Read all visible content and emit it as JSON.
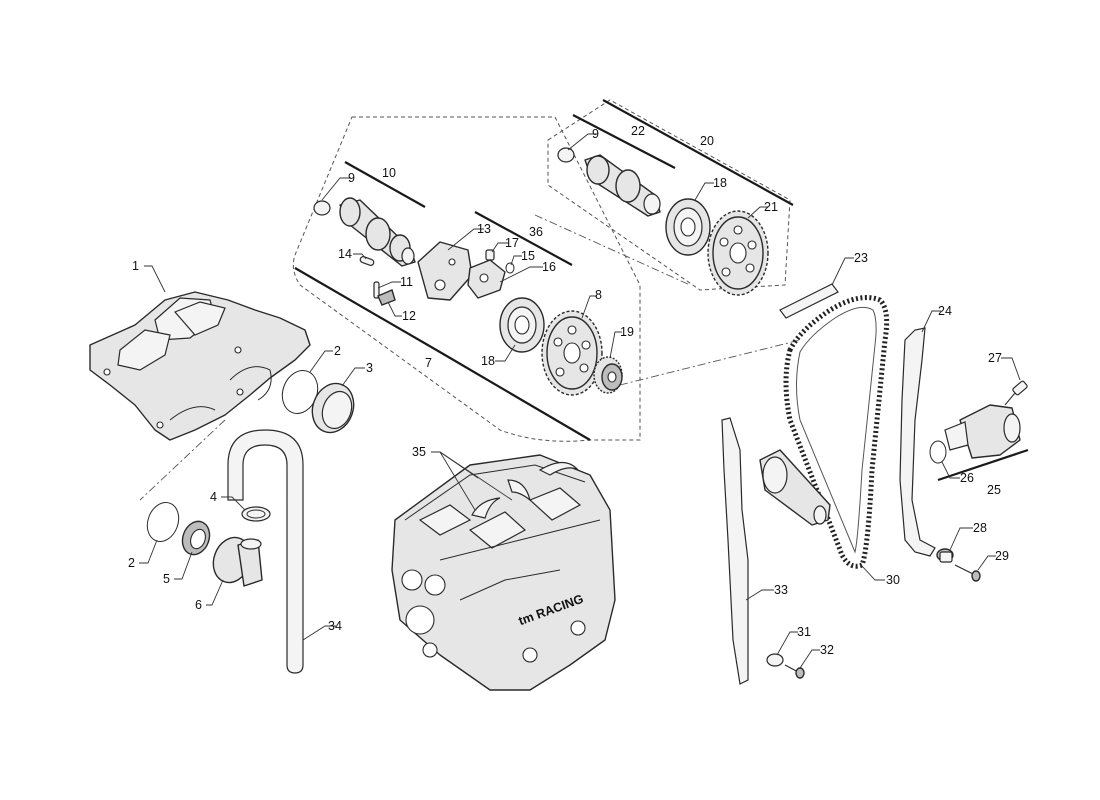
{
  "diagram": {
    "brand_logo": "tm RACING",
    "callouts": {
      "c1": "1",
      "c2a": "2",
      "c2b": "2",
      "c3": "3",
      "c4": "4",
      "c5": "5",
      "c6": "6",
      "c7": "7",
      "c8": "8",
      "c9a": "9",
      "c9b": "9",
      "c10": "10",
      "c11": "11",
      "c12": "12",
      "c13": "13",
      "c14": "14",
      "c15": "15",
      "c16": "16",
      "c17": "17",
      "c18a": "18",
      "c18b": "18",
      "c19": "19",
      "c20": "20",
      "c21": "21",
      "c22": "22",
      "c23": "23",
      "c24": "24",
      "c25": "25",
      "c26": "26",
      "c27": "27",
      "c28": "28",
      "c29": "29",
      "c30": "30",
      "c31": "31",
      "c32": "32",
      "c33": "33",
      "c34": "34",
      "c35": "35",
      "c36": "36"
    }
  }
}
